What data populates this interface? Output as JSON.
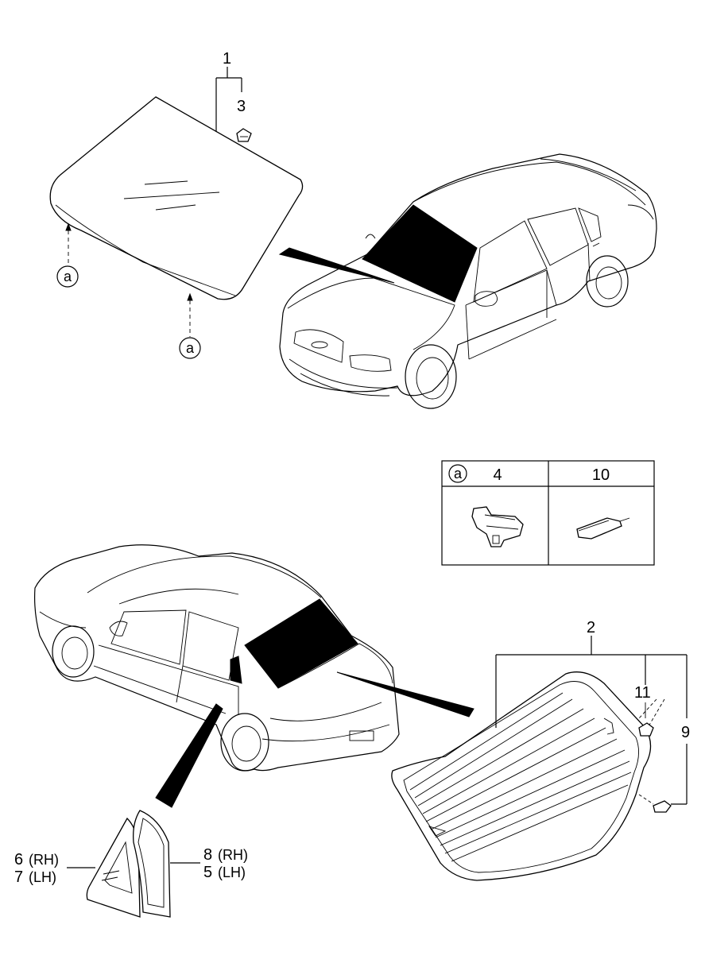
{
  "callouts": {
    "c1": "1",
    "c2": "2",
    "c3": "3",
    "c9": "9",
    "c11": "11",
    "c6": "6",
    "c6_side": "(RH)",
    "c7": "7",
    "c7_side": "(LH)",
    "c8": "8",
    "c8_side": "(RH)",
    "c5": "5",
    "c5_side": "(LH)"
  },
  "markers": {
    "a_left": "a",
    "a_bottom": "a"
  },
  "legend_table": {
    "marker": "a",
    "col1_part": "4",
    "col2_part": "10"
  }
}
